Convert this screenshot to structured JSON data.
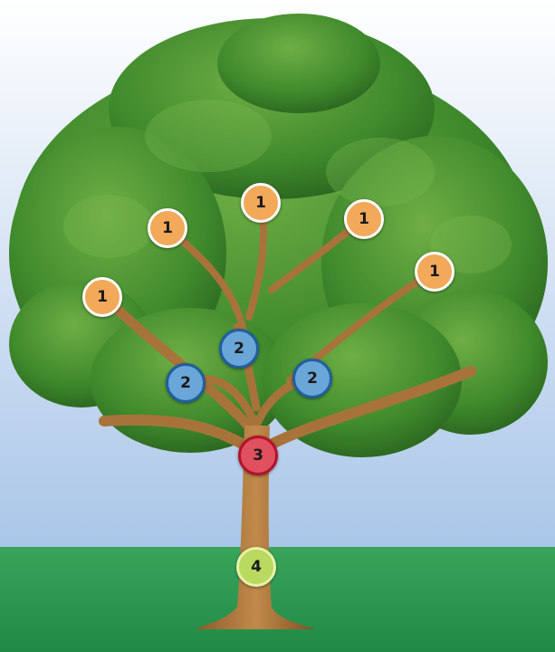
{
  "colors": {
    "sky_top": "#ffffff",
    "sky_bottom": "#a9c6e8",
    "grass_top": "#39a55a",
    "grass_bottom": "#1f8a45",
    "trunk": "#a8733b",
    "foliage": "#3f8a2c",
    "level_1": "#f2a95a",
    "level_2": "#6aa6d8",
    "level_3": "#e0505e",
    "level_4": "#b9d960"
  },
  "nodes": [
    {
      "label": "1",
      "level": 1
    },
    {
      "label": "1",
      "level": 1
    },
    {
      "label": "1",
      "level": 1
    },
    {
      "label": "1",
      "level": 1
    },
    {
      "label": "1",
      "level": 1
    },
    {
      "label": "2",
      "level": 2
    },
    {
      "label": "2",
      "level": 2
    },
    {
      "label": "2",
      "level": 2
    },
    {
      "label": "3",
      "level": 3
    },
    {
      "label": "4",
      "level": 4
    }
  ]
}
